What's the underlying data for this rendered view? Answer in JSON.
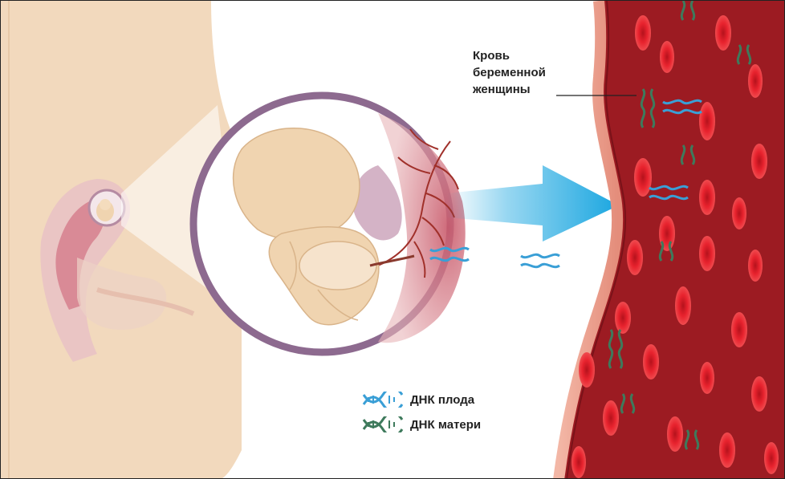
{
  "annotations": {
    "blood_label_lines": [
      "Кровь",
      "беременной",
      "женщины"
    ]
  },
  "legend": {
    "fetal_dna": "ДНК плода",
    "maternal_dna": "ДНК матери"
  },
  "colors": {
    "fetal_dna": "#3a9fd6",
    "maternal_dna": "#3e7a5c",
    "vessel": "#9c1b22",
    "blood_cell": "#e01f2a",
    "skin": "#f2d9bd",
    "uterus_ring": "#8d6a8f",
    "arrow": "#1aa6e0"
  }
}
